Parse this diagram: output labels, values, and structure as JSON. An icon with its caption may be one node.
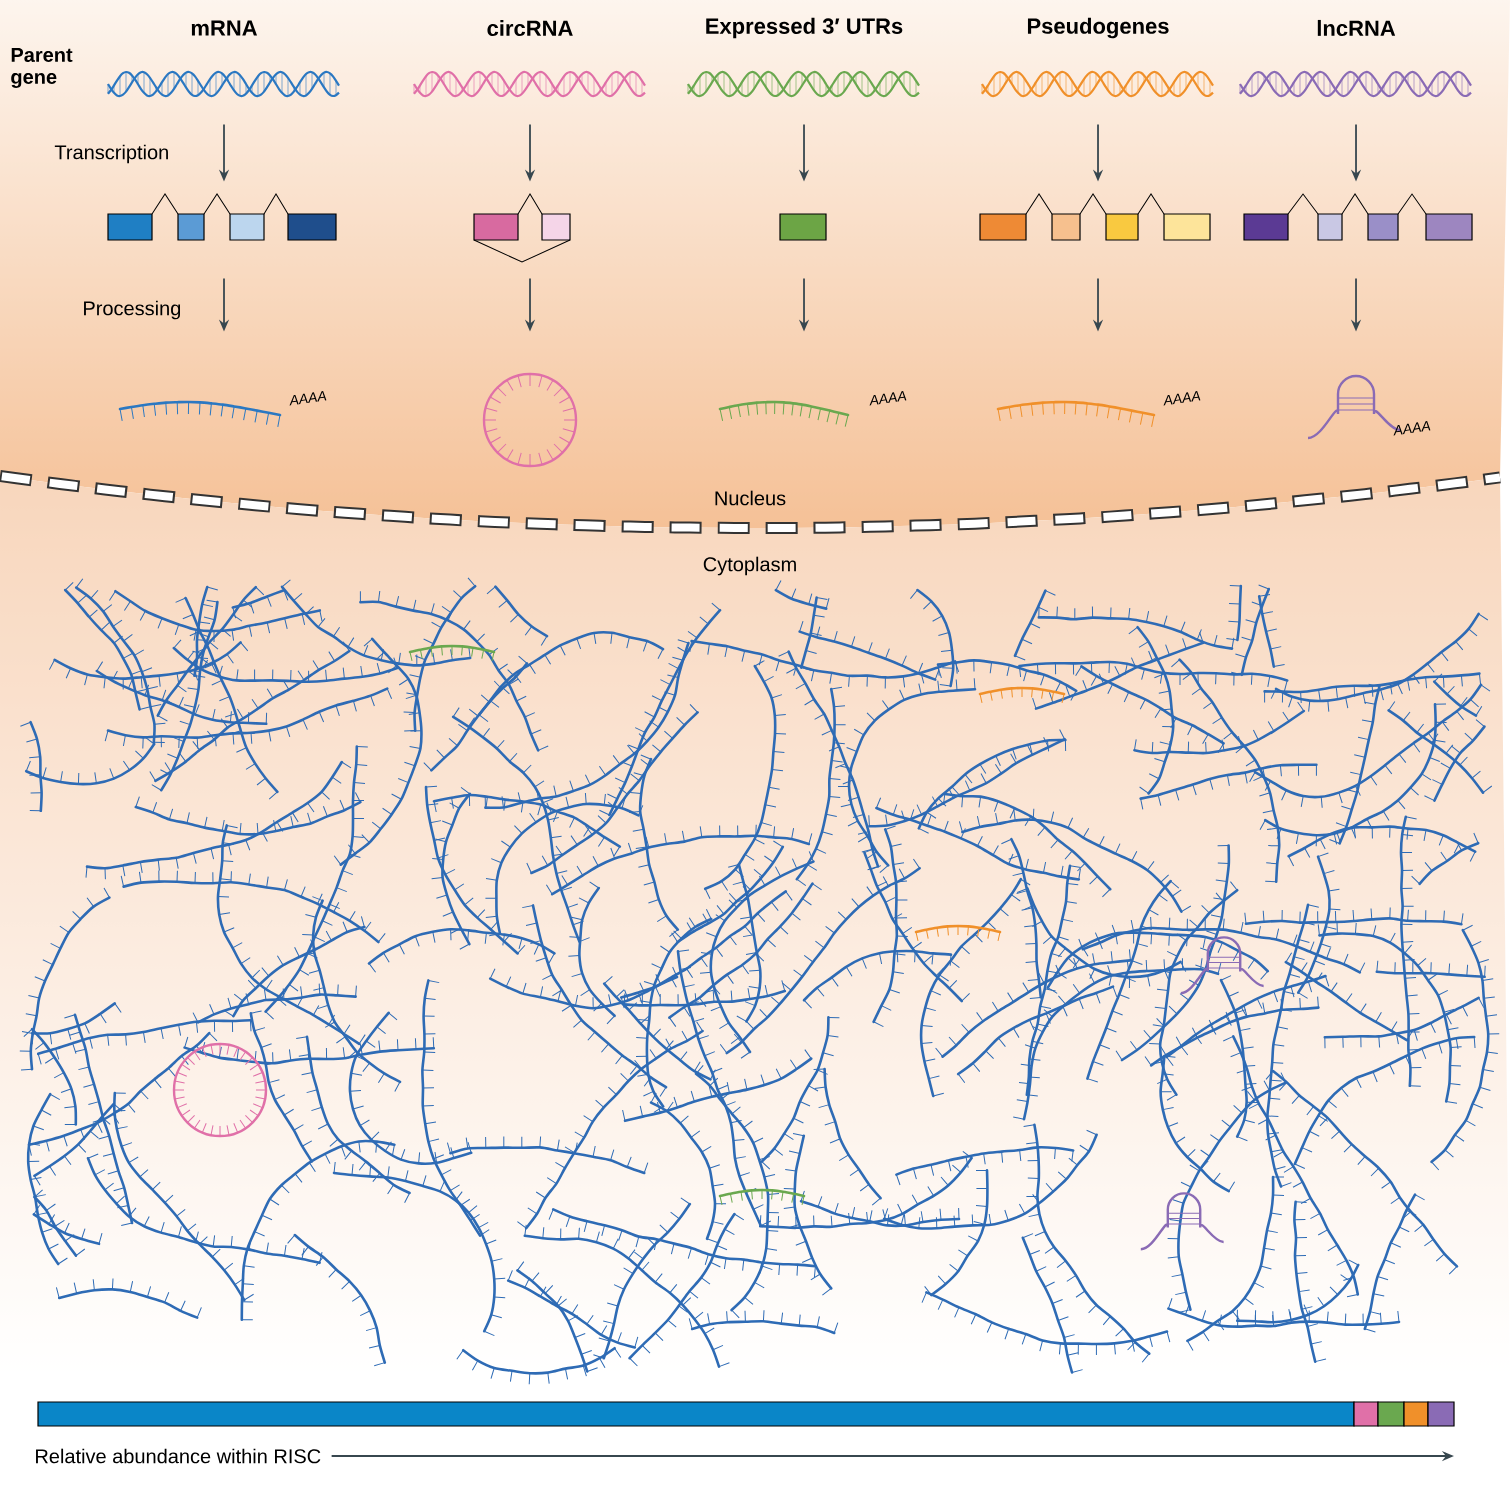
{
  "diagram": {
    "nodes": [
      {
        "text": [
          "mRNA"
        ]
      },
      {
        "text": [
          "circRNA"
        ]
      },
      {
        "text": [
          "Expressed 3′ UTRs"
        ]
      },
      {
        "text": [
          "Pseudogenes"
        ]
      },
      {
        "text": [
          "lncRNA"
        ]
      },
      {
        "text": [],
        "shape": "picture"
      },
      {
        "text": [],
        "shape": "picture"
      },
      {
        "text": [],
        "shape": "box"
      },
      {
        "text": [],
        "shape": "picture"
      },
      {
        "text": [],
        "shape": "picture"
      },
      {
        "text": [
          "AAAA"
        ]
      },
      {
        "text": [],
        "shape": "circle"
      },
      {
        "text": [
          "AAAA"
        ]
      },
      {
        "text": [
          "AAAA"
        ]
      },
      {
        "text": [
          "AAAA"
        ]
      }
    ],
    "edges": [
      {
        "from": 0,
        "to": 5,
        "arrow": "to"
      },
      {
        "from": 1,
        "to": 6,
        "arrow": "to"
      },
      {
        "from": 2,
        "to": 7,
        "arrow": "to"
      },
      {
        "from": 3,
        "to": 8,
        "arrow": "to"
      },
      {
        "from": 4,
        "to": 9,
        "arrow": "to"
      },
      {
        "from": 5,
        "to": 10,
        "arrow": "to"
      },
      {
        "from": 6,
        "to": 11,
        "arrow": "to"
      },
      {
        "from": 7,
        "to": 12,
        "arrow": "to"
      },
      {
        "from": 8,
        "to": 13,
        "arrow": "to"
      },
      {
        "from": 9,
        "to": 14,
        "arrow": "to"
      }
    ],
    "labels": [
      "Parent gene",
      "Transcription",
      "Processing",
      "Nucleus",
      "Cytoplasm",
      "Relative abundance within RISC"
    ]
  }
}
